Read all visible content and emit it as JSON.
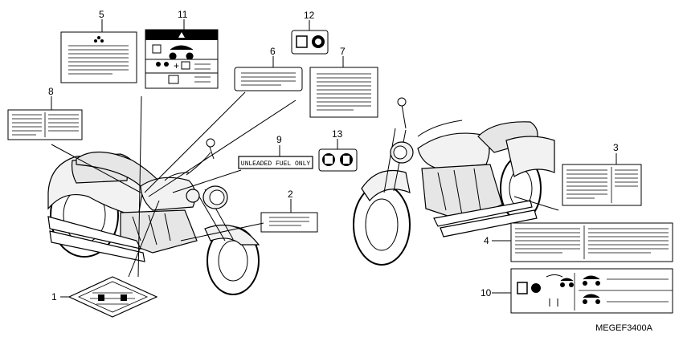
{
  "diagram": {
    "part_numbers": [
      "1",
      "2",
      "3",
      "4",
      "5",
      "6",
      "7",
      "8",
      "9",
      "10",
      "11",
      "12",
      "13"
    ],
    "fuel_label_text": "UNLEADED FUEL ONLY",
    "diagram_code": "MEGEF3400A"
  }
}
